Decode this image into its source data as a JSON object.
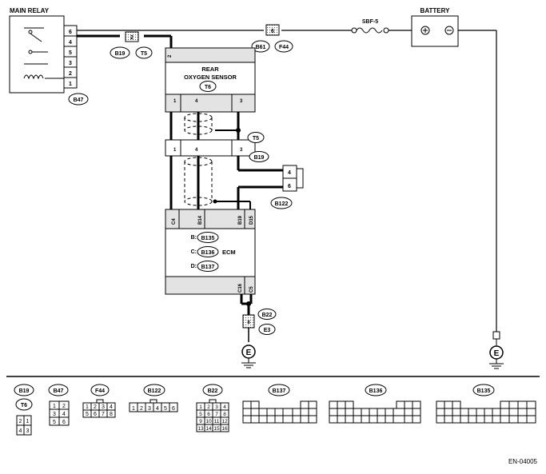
{
  "diagram": {
    "main_relay_label": "MAIN RELAY",
    "battery_label": "BATTERY",
    "fuse_label": "SBF-5",
    "relay_pins": [
      "6",
      "4",
      "5",
      "3",
      "2",
      "1"
    ],
    "relay_connector": "B47",
    "pin_6": "6",
    "pin_2": "2",
    "tag_b19": "B19",
    "tag_t5": "T5",
    "tag_b61": "B61",
    "tag_f44": "F44",
    "sensor_title_1": "REAR",
    "sensor_title_2": "OXYGEN SENSOR",
    "sensor_connector": "T6",
    "sensor_top_pin": "2",
    "sensor_bottom_pins": [
      "1",
      "4",
      "3"
    ],
    "mid_connector_pins": [
      "1",
      "4",
      "3"
    ],
    "mid_tag_t5": "T5",
    "mid_tag_b19": "B19",
    "b122_pins": [
      "4",
      "6"
    ],
    "b122_tag": "B122",
    "ecm_pins_top": [
      "C4",
      "B14",
      "B19",
      "D15"
    ],
    "ecm_label": "ECM",
    "ecm_b": "B:",
    "ecm_c": "C:",
    "ecm_d": "D:",
    "ecm_b135": "B135",
    "ecm_b136": "B136",
    "ecm_b137": "B137",
    "ecm_pins_bottom": [
      "C16",
      "C5"
    ],
    "ground_conn_pin": "8",
    "tag_b22": "B22",
    "tag_e3": "E3",
    "ground_symbol": "E",
    "battery_plus": "+",
    "battery_minus": "−",
    "doc_code": "EN-04005"
  },
  "legend": {
    "b19": "B19",
    "t6": "T6",
    "b19_cells": [
      "2",
      "1",
      "4",
      "3"
    ],
    "b47": "B47",
    "b47_cells": [
      "1",
      "2",
      "3",
      "4",
      "5",
      "6"
    ],
    "f44": "F44",
    "f44_cells": [
      "1",
      "2",
      "3",
      "4",
      "5",
      "6",
      "7",
      "8"
    ],
    "b122": "B122",
    "b122_cells": [
      "1",
      "2",
      "3",
      "4",
      "5",
      "6"
    ],
    "b22": "B22",
    "b22_cells": [
      "1",
      "2",
      "3",
      "4",
      "5",
      "6",
      "7",
      "8",
      "9",
      "10",
      "11",
      "12",
      "13",
      "14",
      "15",
      "16"
    ],
    "b137": "B137",
    "b136": "B136",
    "b135": "B135"
  },
  "colors": {
    "line": "#000000",
    "shade": "#d9d9d9",
    "background": "#ffffff"
  }
}
